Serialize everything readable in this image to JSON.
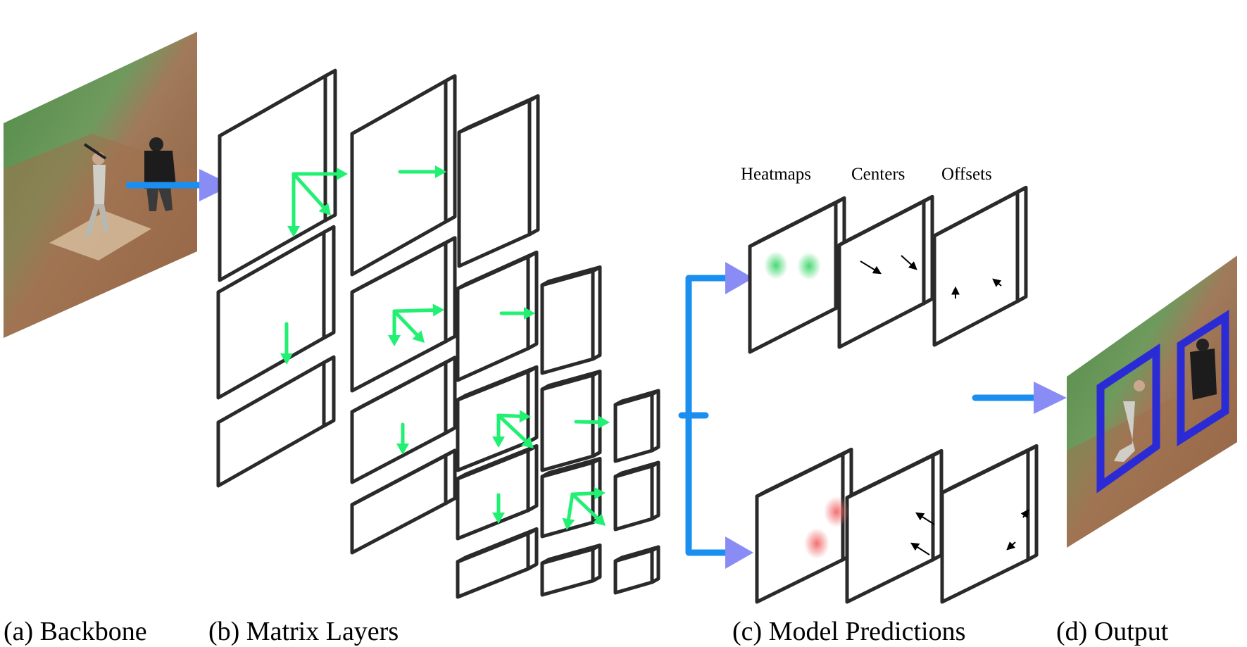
{
  "captions": {
    "backbone": "(a) Backbone",
    "matrix_layers": "(b) Matrix Layers",
    "model_predictions": "(c) Model Predictions",
    "output": "(d) Output"
  },
  "prediction_labels": {
    "heatmaps": "Heatmaps",
    "centers": "Centers",
    "offsets": "Offsets"
  },
  "colors": {
    "flow_arrow": "#1a8ff0",
    "arrow_head": "#8a8cf5",
    "transform_arrow": "#21f072",
    "bbox": "#2b2bd6",
    "heatmap_top": "#3fd66c",
    "heatmap_bottom": "#f26a6a"
  },
  "icons": {
    "input_image": "baseball-photo",
    "output_image": "baseball-photo-with-boxes"
  }
}
